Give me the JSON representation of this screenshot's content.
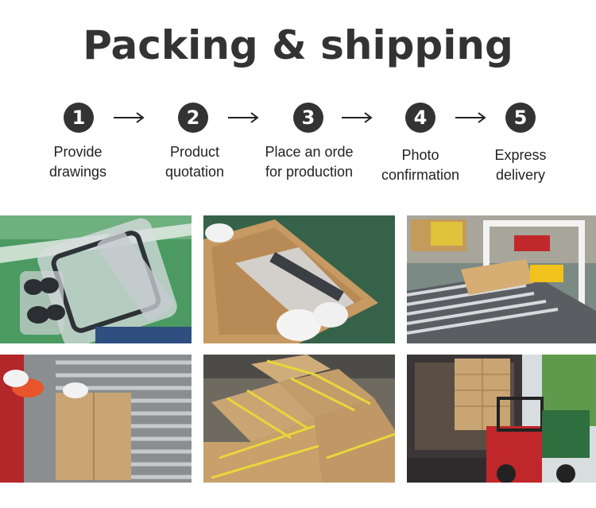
{
  "title": "Packing & shipping",
  "steps": [
    {
      "number": "1",
      "line1": "Provide",
      "line2": "drawings"
    },
    {
      "number": "2",
      "line1": "Product",
      "line2": "quotation"
    },
    {
      "number": "3",
      "line1": "Place an orde",
      "line2": "for production"
    },
    {
      "number": "4",
      "line1": "Photo",
      "line2": "confirmation"
    },
    {
      "number": "5",
      "line1": "Express",
      "line2": "delivery"
    }
  ],
  "colors": {
    "text": "#333333",
    "badge": "#333333",
    "cardboard": "#c9a574",
    "green_floor": "#3f8f5a"
  },
  "photos": [
    {
      "name": "photo-wrapped-parts"
    },
    {
      "name": "photo-boxing-part"
    },
    {
      "name": "photo-box-sealing-conveyor"
    },
    {
      "name": "photo-taping-box-on-rollers"
    },
    {
      "name": "photo-strapped-boxes-pallet"
    },
    {
      "name": "photo-forklift-loading-truck"
    }
  ]
}
